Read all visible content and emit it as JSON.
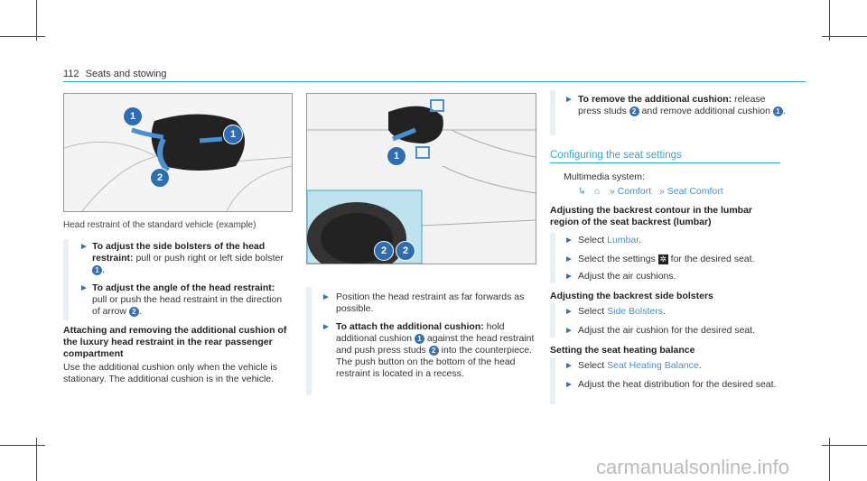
{
  "header": {
    "page_number": "112",
    "section": "Seats and stowing"
  },
  "figure1": {
    "caption": "Head restraint of the standard vehicle (example)",
    "callouts": [
      "1",
      "1",
      "2"
    ]
  },
  "figure2": {
    "callouts": [
      "1",
      "2",
      "2"
    ]
  },
  "col1": {
    "step1_bold": "To adjust the side bolsters of the head restraint:",
    "step1_text": "pull or push right or left side bolster",
    "step1_ref": "1",
    "step2_bold": "To adjust the angle of the head restraint:",
    "step2_text": "pull or push the head restraint in the direction of arrow",
    "step2_ref": "2",
    "heading": "Attaching and removing the additional cushion of the luxury head restraint in the rear passenger compartment",
    "para": "Use the additional cushion only when the vehicle is stationary. The additional cushion is in the vehicle."
  },
  "col2": {
    "step1_text": "Position the head restraint as far forwards as possible.",
    "step2_bold": "To attach the additional cushion:",
    "step2_text_a": "hold additional cushion",
    "step2_ref1": "1",
    "step2_text_b": "against the head restraint and push press studs",
    "step2_ref2": "2",
    "step2_text_c": "into the counterpiece.",
    "step2_text_d": "The push button on the bottom of the head restraint is located in a recess."
  },
  "col3": {
    "step1_bold": "To remove the additional cushion:",
    "step1_text_a": "release press studs",
    "step1_ref1": "2",
    "step1_text_b": "and remove additional cushion",
    "step1_ref2": "1",
    "section_title": "Configuring the seat settings",
    "multimedia": "Multimedia system:",
    "nav_home": "⌂",
    "nav_comfort": "Comfort",
    "nav_seat_comfort": "Seat Comfort",
    "h1": "Adjusting the backrest contour in the lumbar region of the seat backrest (lumbar)",
    "s1a_pre": "Select",
    "s1a_link": "Lumbar",
    "s1b_pre": "Select the settings",
    "s1b_post": "for the desired seat.",
    "s1c": "Adjust the air cushions.",
    "h2": "Adjusting the backrest side bolsters",
    "s2a_pre": "Select",
    "s2a_link": "Side Bolsters",
    "s2b": "Adjust the air cushion for the desired seat.",
    "h3": "Setting the seat heating balance",
    "s3a_pre": "Select",
    "s3a_link": "Seat Heating Balance",
    "s3b": "Adjust the heat distribution for the desired seat."
  },
  "watermark": "carmanualsonline.info",
  "colors": {
    "accent": "#3aa4c8",
    "link": "#4a8fd0",
    "callout": "#2f6db3"
  }
}
